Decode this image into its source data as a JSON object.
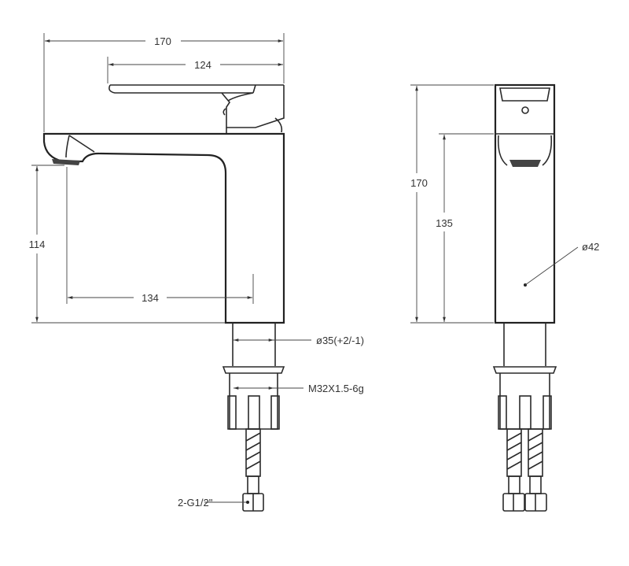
{
  "side_view": {
    "dim_overall_width": "170",
    "dim_lever_length": "124",
    "dim_spout_height": "114",
    "dim_spout_reach": "134",
    "dim_hole_diameter": "ø35(+2/-1)",
    "dim_thread": "M32X1.5-6g",
    "dim_hose_connection": "2-G1/2\""
  },
  "front_view": {
    "dim_overall_height": "170",
    "dim_body_height": "135",
    "dim_body_diameter": "ø42"
  }
}
